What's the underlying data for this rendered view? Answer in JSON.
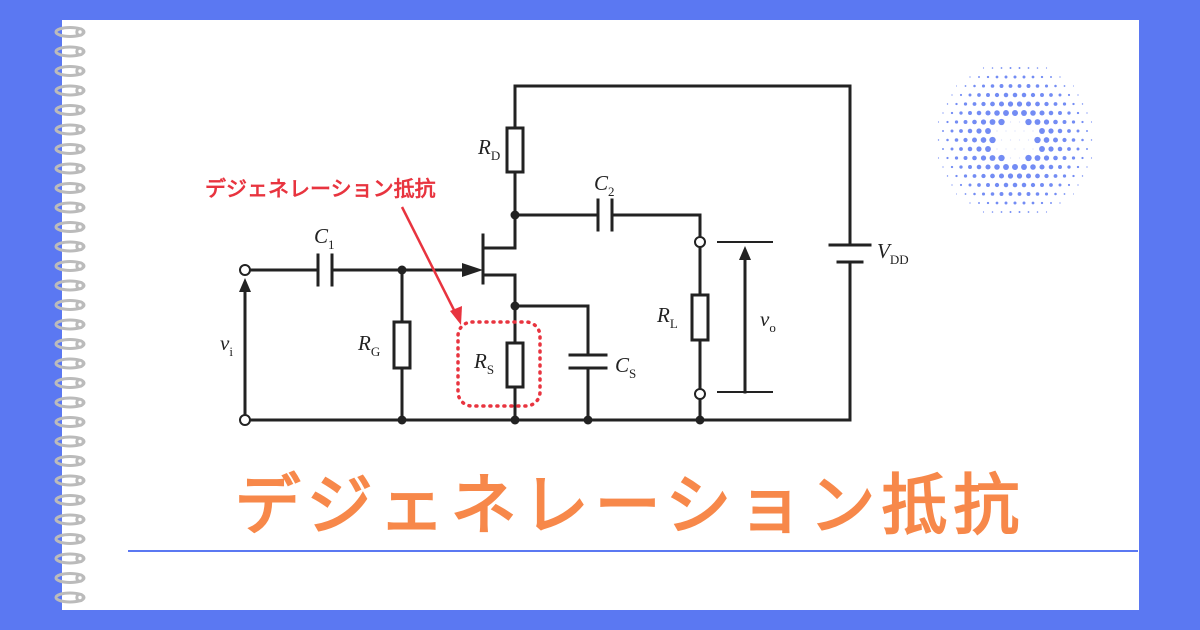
{
  "title": "デジェネレーション抵抗",
  "annotation": "デジェネレーション抵抗",
  "colors": {
    "background": "#5b78f2",
    "card": "#ffffff",
    "title": "#f7884a",
    "annotation": "#e8343f",
    "wire": "#222222",
    "accent_rule": "#5b78f2"
  },
  "circuit": {
    "labels": {
      "rd_main": "R",
      "rd_sub": "D",
      "c2_main": "C",
      "c2_sub": "2",
      "c1_main": "C",
      "c1_sub": "1",
      "vdd_main": "V",
      "vdd_sub": "DD",
      "rg_main": "R",
      "rg_sub": "G",
      "rs_main": "R",
      "rs_sub": "S",
      "cs_main": "C",
      "cs_sub": "S",
      "rl_main": "R",
      "rl_sub": "L",
      "vi_main": "v",
      "vi_sub": "i",
      "vo_main": "v",
      "vo_sub": "o"
    }
  }
}
